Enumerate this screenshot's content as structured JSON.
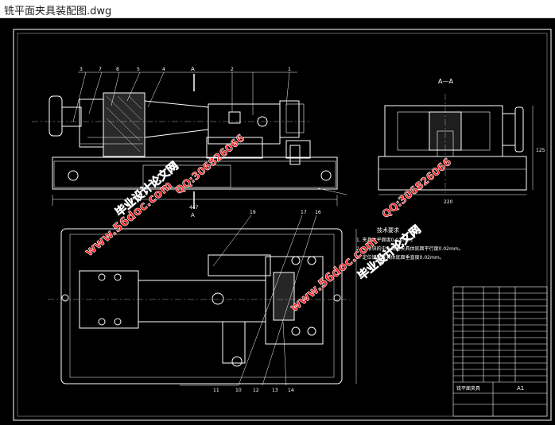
{
  "window": {
    "title": "铣平面夹具装配图.dwg"
  },
  "drawing": {
    "section_label": "A—A",
    "section_marks": [
      "A",
      "A"
    ],
    "dimensions": [
      "447",
      "220",
      "125"
    ],
    "part_balloons": [
      "3",
      "7",
      "8",
      "5",
      "4",
      "2",
      "1",
      "19",
      "17",
      "16",
      "11",
      "10",
      "12",
      "13",
      "14"
    ],
    "technical_requirements": {
      "title": "技术要求",
      "lines": [
        "1. 夹具体平面度0.02mm。",
        "2. V 形块的中心线对夹具体底面平行度0.02mm。",
        "3. 定位键对夹具体底面垂直度0.02mm。"
      ]
    },
    "title_block": {
      "drawing_title": "铣平面夹具",
      "sheet_size": "A1"
    }
  },
  "watermarks": {
    "site": "www.56doc.com",
    "name": "毕业设计论文网",
    "qq": "QQ:306826066"
  },
  "colors": {
    "background": "#000000",
    "lines": "#ffffff",
    "watermark": "#ff0000"
  }
}
